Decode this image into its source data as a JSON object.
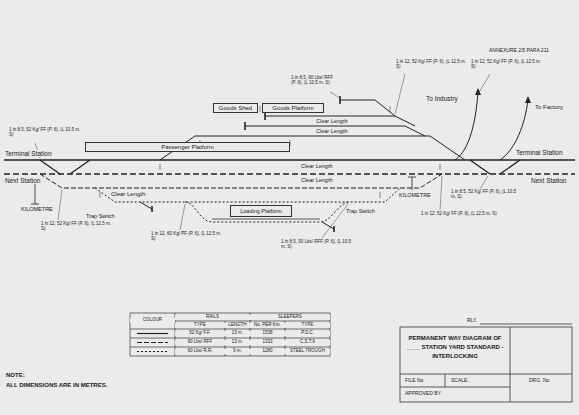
{
  "diagram": {
    "title": "PERMANENT WAY DIAGRAM OF ____ STATION YARD STANDARD - INTERLOCKING",
    "nodes": [
      {
        "text": [
          "Passenger Platform"
        ]
      },
      {
        "text": [
          "Goods Shed"
        ]
      },
      {
        "text": [
          "Goods Platform"
        ]
      },
      {
        "text": [
          "Loading Platform"
        ]
      }
    ],
    "labels": [
      "ANNEXURE 2/5 PARA 211",
      "Terminal Station",
      "Next Station",
      "Terminal Station",
      "Next Station",
      "KILOMETRE",
      "KILOMETRE",
      "Trap Switch",
      "Trap Switch",
      "Clear Length",
      "Clear Length",
      "Clear Length",
      "Clear Length",
      "Clear Length",
      "To Industry",
      "To Factory",
      "NOTE:",
      "ALL DIMENSIONS ARE IN METRES.",
      "RLY.",
      "FILE No.",
      "SCALE:",
      "DRG. No",
      "APPROVED BY:",
      "COLOUR",
      "RAILS",
      "SLEEPERS",
      "TYPE",
      "LENGTH",
      "No. PER Km.",
      "TYPE",
      "52 Kg/ F.F.",
      "13 m.",
      "1538",
      "P.S.C.",
      "90 Lbs/ RFF",
      "13 m.",
      "1333",
      "C.S.T.9",
      "60 Lbs/ R.R.",
      "9 m.",
      "1280",
      "STEEL TROUGH",
      "1 in 8.5, 52 Kg/ FF (P. 6), (L 10.5 m. S)",
      "1 in 12, 52 Kg/ FF (P. 6), (L 12.5 m. S)",
      "1 in 12, 60 Kg/ PF (P. 6), (L 12.5 m. S)",
      "1 in 8.5, 90 Lbs/ RFF (P. 6), (L 10.5 m. S)",
      "1 in 12, 52 Kg/ FF (P. 6), (L 12.5 m. S)",
      "1 in 8.5, 90 Lbs/ RFF (P. 6), (L 10.5 m. S)",
      "1 in 12, 52 Kg/ FF (P. 6), (L 12.5 m. S)",
      "1 in 12, 52 Kg/ FF (P. 6), (L 12.5 m. S)",
      "1 in 8.5, 52 Kg/ FF (P. 6), (L 10.5 m. S)"
    ]
  }
}
